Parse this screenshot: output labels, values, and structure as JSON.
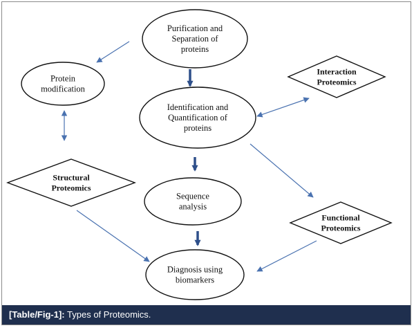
{
  "nodes": [
    {
      "id": "purification",
      "shape": "ellipse",
      "bold": false,
      "lines": [
        "Purification and",
        "Separation of",
        "proteins"
      ]
    },
    {
      "id": "modification",
      "shape": "ellipse",
      "bold": false,
      "lines": [
        "Protein",
        "modification"
      ]
    },
    {
      "id": "identification",
      "shape": "ellipse",
      "bold": false,
      "lines": [
        "Identification and",
        "Quantification of",
        "proteins"
      ]
    },
    {
      "id": "interaction",
      "shape": "diamond",
      "bold": true,
      "lines": [
        "Interaction",
        "Proteomics"
      ]
    },
    {
      "id": "structural",
      "shape": "diamond",
      "bold": true,
      "lines": [
        "Structural",
        "Proteomics"
      ]
    },
    {
      "id": "sequence",
      "shape": "ellipse",
      "bold": false,
      "lines": [
        "Sequence",
        "analysis"
      ]
    },
    {
      "id": "functional",
      "shape": "diamond",
      "bold": true,
      "lines": [
        "Functional",
        "Proteomics"
      ]
    },
    {
      "id": "diagnosis",
      "shape": "ellipse",
      "bold": false,
      "lines": [
        "Diagnosis using",
        "biomarkers"
      ]
    }
  ],
  "edges": [
    {
      "from": "purification",
      "to": "modification",
      "style": "thin",
      "direction": "forward"
    },
    {
      "from": "purification",
      "to": "identification",
      "style": "thick",
      "direction": "forward"
    },
    {
      "from": "modification",
      "to": "structural",
      "style": "thin",
      "direction": "both"
    },
    {
      "from": "identification",
      "to": "interaction",
      "style": "thin",
      "direction": "both"
    },
    {
      "from": "identification",
      "to": "sequence",
      "style": "thick",
      "direction": "forward"
    },
    {
      "from": "identification",
      "to": "functional",
      "style": "thin",
      "direction": "forward"
    },
    {
      "from": "sequence",
      "to": "diagnosis",
      "style": "thick",
      "direction": "forward"
    },
    {
      "from": "structural",
      "to": "diagnosis",
      "style": "thin",
      "direction": "forward"
    },
    {
      "from": "functional",
      "to": "diagnosis",
      "style": "thin",
      "direction": "forward"
    }
  ],
  "colors": {
    "arrow": "#4a72b0",
    "thick_arrow": "#2e4f8a",
    "outline": "#111111",
    "caption_bg": "#1f2f4e"
  },
  "caption": {
    "ref": "[Table/Fig-1]:",
    "text": "Types of Proteomics."
  }
}
